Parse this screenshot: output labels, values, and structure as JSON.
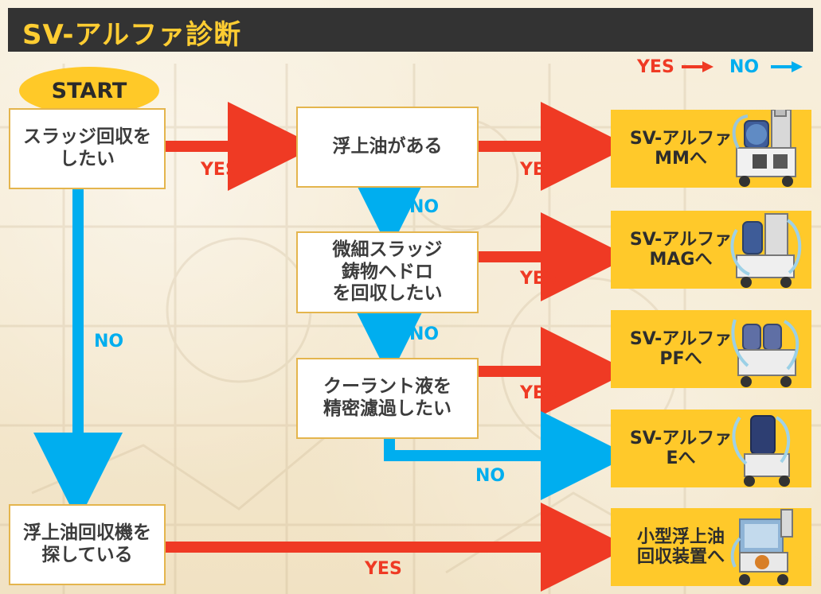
{
  "title": "SV-アルファ診断",
  "legend": {
    "yes": "YES",
    "no": "NO"
  },
  "start": "START",
  "nodes": {
    "q1": "スラッジ回収を\nしたい",
    "q2": "浮上油がある",
    "q3": "微細スラッジ\n鋳物ヘドロ\nを回収したい",
    "q4": "クーラント液を\n精密濾過したい",
    "q5": "浮上油回収機を\n探している"
  },
  "results": {
    "r1": "SV-アルファ\nMMへ",
    "r2": "SV-アルファ\nMAGへ",
    "r3": "SV-アルファ\nPFへ",
    "r4": "SV-アルファ\nEへ",
    "r5": "小型浮上油\n回収装置へ"
  },
  "edge_labels": {
    "q1_to_q2": "YES",
    "q2_to_r1": "YES",
    "q2_to_q3": "NO",
    "q3_to_r2": "YES",
    "q3_to_q4": "NO",
    "q4_to_r3": "YES",
    "q4_to_r4": "NO",
    "q1_to_q5": "NO",
    "q5_to_r5": "YES"
  },
  "colors": {
    "title_bg": "#333333",
    "title_text": "#ffcd32",
    "start_fill": "#ffc928",
    "result_fill": "#ffc92a",
    "yes_arrow": "#ef3a24",
    "no_arrow": "#00aeef",
    "box_border": "#e4b54d"
  },
  "icons": {
    "machine_1": "filtration-machine-icon",
    "machine_2": "filtration-machine-icon",
    "machine_3": "filtration-machine-icon",
    "machine_4": "filtration-machine-icon",
    "machine_5": "oil-recovery-machine-icon"
  }
}
